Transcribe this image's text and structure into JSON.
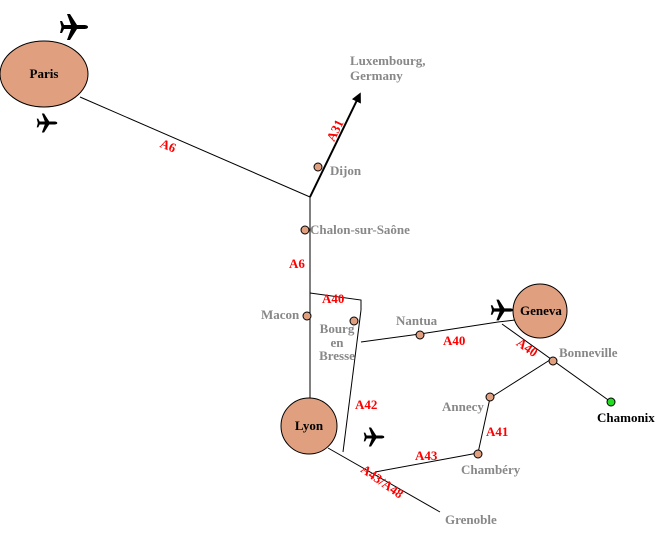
{
  "title": "Road map to Chamonix",
  "colors": {
    "major_city": "#e0a080",
    "town": "#e0a080",
    "destination": "#22dd22",
    "road_label": "#ff0000",
    "town_label": "#888888"
  },
  "major_cities": {
    "paris": "Paris",
    "geneva": "Geneva",
    "lyon": "Lyon"
  },
  "towns": {
    "dijon": "Dijon",
    "chalon": "Chalon-sur-Saône",
    "macon": "Macon",
    "bourg_1": "Bourg",
    "bourg_2": "en",
    "bourg_3": "Bresse",
    "nantua": "Nantua",
    "bonneville": "Bonneville",
    "annecy": "Annecy",
    "chambery": "Chambéry",
    "grenoble": "Grenoble",
    "luxembourg_1": "Luxembourg,",
    "luxembourg_2": "Germany"
  },
  "destination": "Chamonix",
  "roads": {
    "a6_paris": "A6",
    "a31": "A31",
    "a6_chalon": "A6",
    "a40_macon": "A40",
    "a40_nantua": "A40",
    "a40_geneva": "A40",
    "a42": "A42",
    "a41": "A41",
    "a43": "A43",
    "a43_a48": "A43/A48"
  },
  "icons": [
    "airplane-icon",
    "airplane-icon",
    "airplane-icon",
    "airplane-icon"
  ]
}
